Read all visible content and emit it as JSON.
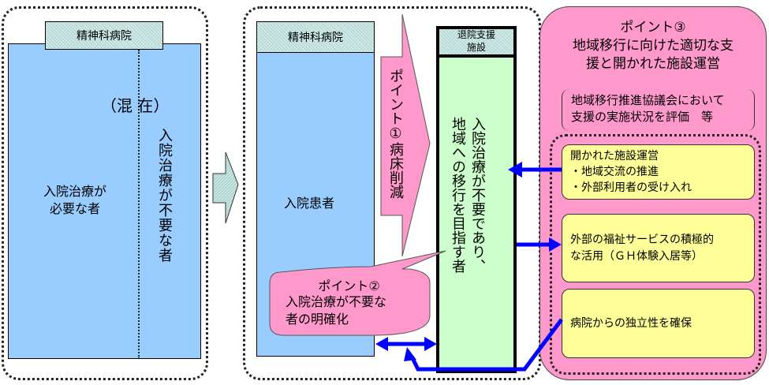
{
  "before": {
    "hospital_label": "精神科病院",
    "mixed_label": "（混 在）",
    "needs_treatment": "入院治療が\n必要な者",
    "no_treatment_needed": "入院治療が不要な者"
  },
  "transition_arrow": {
    "icon": "right-arrow-icon"
  },
  "after": {
    "hospital_label": "精神科病院",
    "inpatients_label": "入院患者",
    "point1_label": "ポイント①病床削減",
    "facility_header": "退院支援\n施設",
    "facility_text_col1": "入院治療が不要であり、",
    "facility_text_col2": "地域への移行を目指す者",
    "point2": {
      "title": "ポイント②",
      "text": "入院治療が不要な\n者の明確化"
    }
  },
  "point3": {
    "title": "ポイント③",
    "subtitle": "地域移行に向けた適切な支\n援と開かれた施設運営",
    "evaluation_note": "地域移行推進協議会において\n支援の実施状況を評価　等",
    "items": [
      {
        "lines": [
          "開かれた施設運営",
          "・地域交流の推進",
          "・外部利用者の受け入れ"
        ]
      },
      {
        "lines": [
          "外部の福祉サービスの積極的",
          "な活用（ＧＨ体験入居等）"
        ]
      },
      {
        "lines": [
          "病院からの独立性を確保"
        ]
      }
    ]
  },
  "colors": {
    "patient_blue": "#99ccff",
    "facility_green": "#ccffcc",
    "point_pink": "#ff99cc",
    "item_yellow": "#ffff99",
    "arrow_blue": "#0000ff",
    "header_teal": "#c9e6e2"
  }
}
